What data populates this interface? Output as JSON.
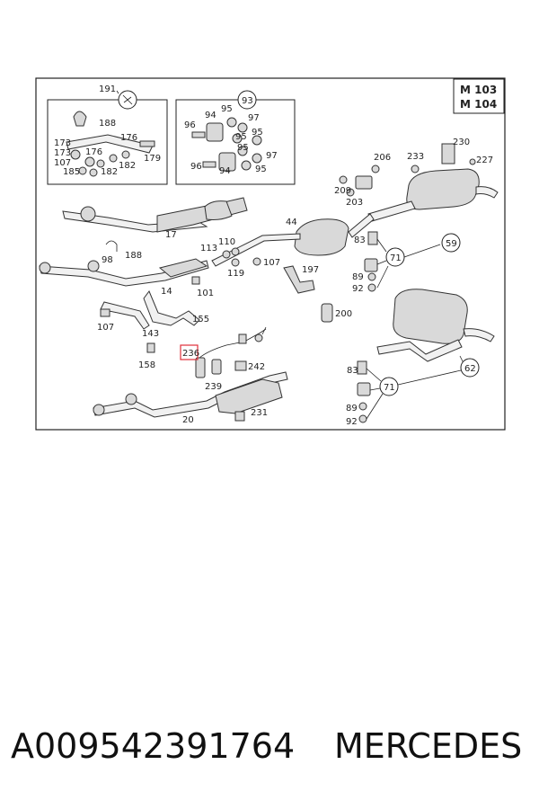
{
  "engine_box": {
    "line1": "M 103",
    "line2": "M 104"
  },
  "kits": {
    "kit_a": "191",
    "kit_b": "93"
  },
  "callouts": {
    "c188a": "188",
    "c173a": "173",
    "c176a": "176",
    "c176b": "176",
    "c173b": "173",
    "c107a": "107",
    "c185": "185",
    "c182a": "182",
    "c182b": "182",
    "c179": "179",
    "c96a": "96",
    "c94a": "94",
    "c95a": "95",
    "c97a": "97",
    "c95b": "95",
    "c95c": "95",
    "c96b": "96",
    "c94b": "94",
    "c95d": "95",
    "c97b": "97",
    "c95e": "95",
    "c206": "206",
    "c233": "233",
    "c230": "230",
    "c227": "227",
    "c209": "209",
    "c203": "203",
    "c17": "17",
    "c44": "44",
    "c83a": "83",
    "c59": "59",
    "c98": "98",
    "c188b": "188",
    "c113": "113",
    "c110": "110",
    "c119": "119",
    "c107b": "107",
    "c197": "197",
    "c71a": "71",
    "c89a": "89",
    "c92a": "92",
    "c14": "14",
    "c101": "101",
    "c200": "200",
    "c107c": "107",
    "c143": "143",
    "c155": "155",
    "c158": "158",
    "c236": "236",
    "c242": "242",
    "c239": "239",
    "c83b": "83",
    "c62": "62",
    "c71b": "71",
    "c89b": "89",
    "c92b": "92",
    "c20": "20",
    "c231": "231"
  },
  "highlight_color": "#e0303a",
  "footer": {
    "part_number": "A009542391764",
    "brand": "MERCEDES"
  }
}
